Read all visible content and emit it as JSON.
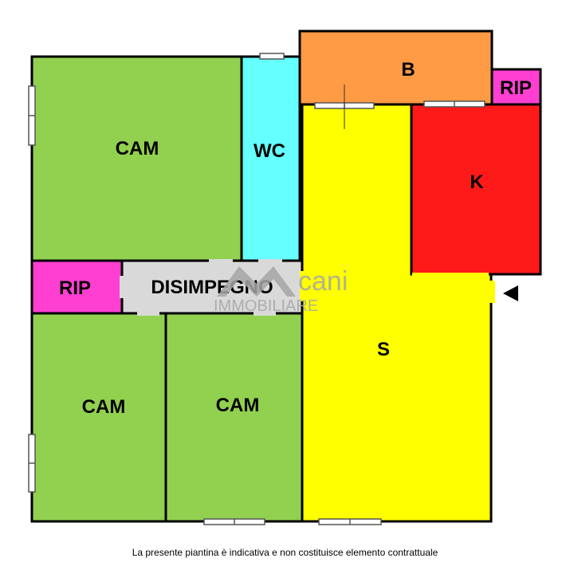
{
  "rooms": {
    "cam_top_left": {
      "label": "CAM",
      "color": "#92d050"
    },
    "wc": {
      "label": "WC",
      "color": "#66ffff"
    },
    "bagno": {
      "label": "B",
      "color": "#ff9a45"
    },
    "rip_top_right": {
      "label": "RIP",
      "color": "#ff3fd2"
    },
    "kitchen": {
      "label": "K",
      "color": "#ff1a1a"
    },
    "soggiorno": {
      "label": "S",
      "color": "#ffff00"
    },
    "rip_left": {
      "label": "RIP",
      "color": "#ff3fd2"
    },
    "disimpegno": {
      "label": "DISIMPEGNO",
      "color": "#d9d9d9"
    },
    "cam_bottom_left": {
      "label": "CAM",
      "color": "#92d050"
    },
    "cam_bottom_mid": {
      "label": "CAM",
      "color": "#92d050"
    }
  },
  "watermark": {
    "brand": "cani",
    "subtitle": "IMMOBILIARE",
    "color": "#a6a6a6"
  },
  "entrance_icon": "entrance-arrow-icon",
  "footer": {
    "disclaimer": "La presente piantina è indicativa e non costituisce elemento contrattuale"
  }
}
